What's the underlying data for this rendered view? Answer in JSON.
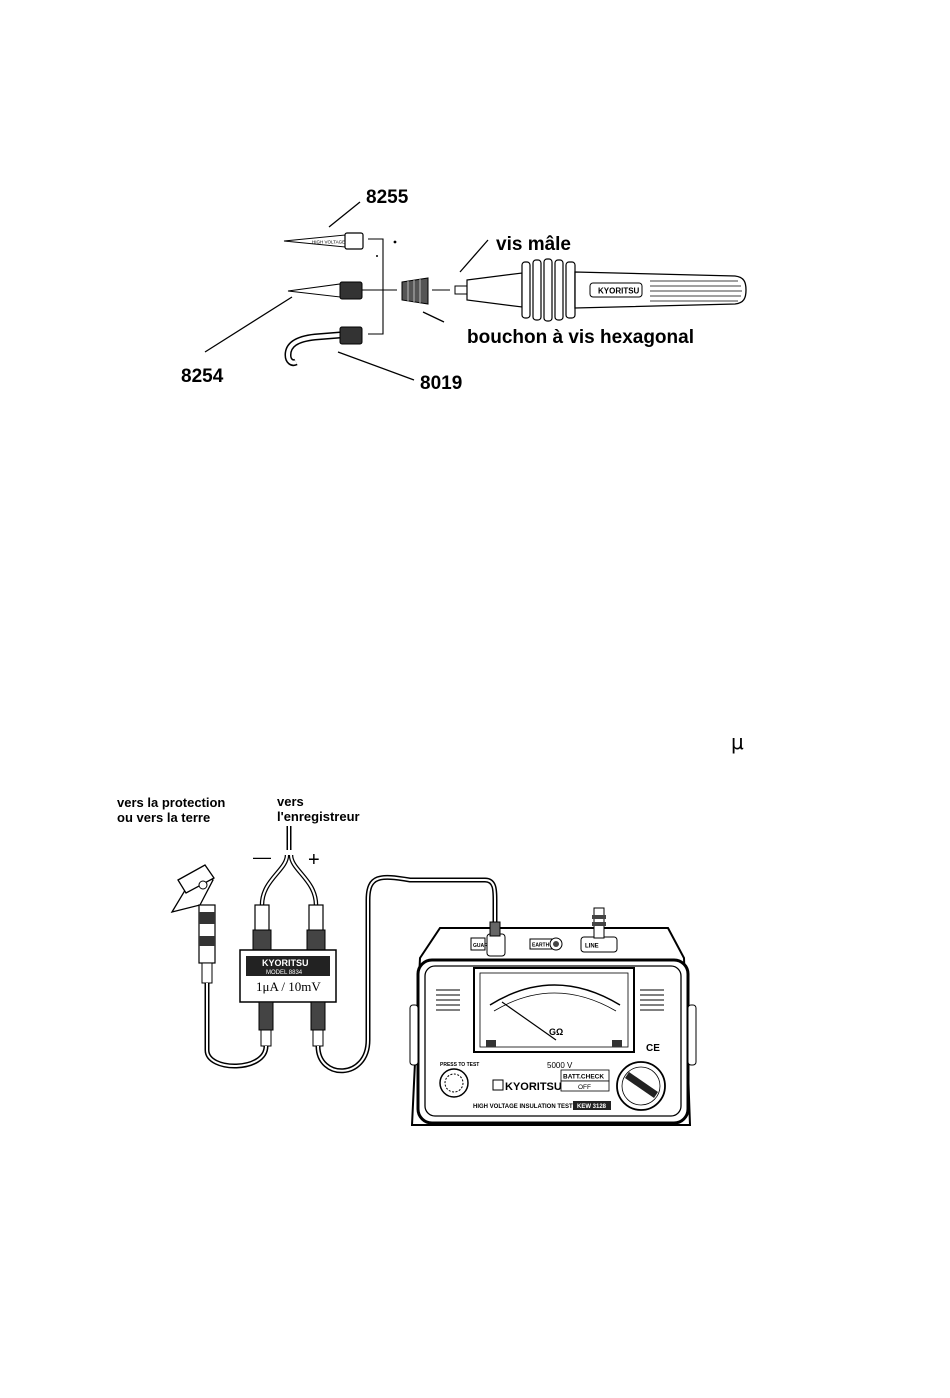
{
  "figure1": {
    "part_8255": "8255",
    "part_8254": "8254",
    "part_8019": "8019",
    "male_screw": "vis mâle",
    "hex_cap": "bouchon à vis hexagonal",
    "brand": "KYORITSU",
    "tip_text": "HIGH VOLTAGE"
  },
  "mu_symbol": "μ",
  "figure2": {
    "to_guard_line1": "vers la protection",
    "to_guard_line2": "ou vers la terre",
    "to_recorder_line1": "vers",
    "to_recorder_line2": "l'enregistreur",
    "minus": "—",
    "plus": "+",
    "adapter_brand": "KYORITSU",
    "adapter_model": "MODEL 8834",
    "adapter_ratio": "1μA / 10mV",
    "tester_brand": "KYORITSU",
    "tester_title": "HIGH VOLTAGE INSULATION TESTER",
    "tester_model": "KEW 3128",
    "press_to_test": "PRESS TO TEST",
    "voltage_5000": "5000 V",
    "batt_check": "BATT.CHECK",
    "off": "OFF",
    "ce_mark": "CE",
    "scale_unit": "GΩ",
    "guard": "GUARD",
    "earth": "EARTH",
    "line": "LINE"
  }
}
